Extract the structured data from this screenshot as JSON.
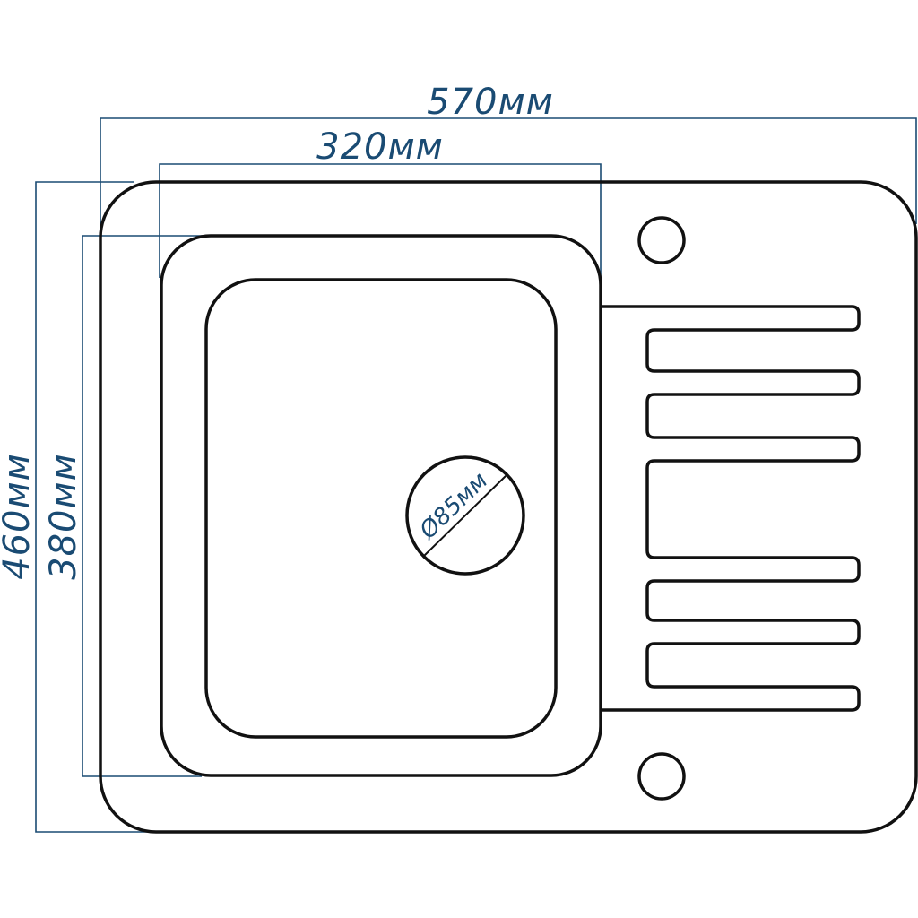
{
  "dimensions": {
    "overall_width": "570мм",
    "bowl_width": "320мм",
    "overall_height": "460мм",
    "bowl_height": "380мм",
    "drain_diameter": "Ø85мм"
  },
  "colors": {
    "dimension": "#1a4b73",
    "outline": "#111111"
  }
}
